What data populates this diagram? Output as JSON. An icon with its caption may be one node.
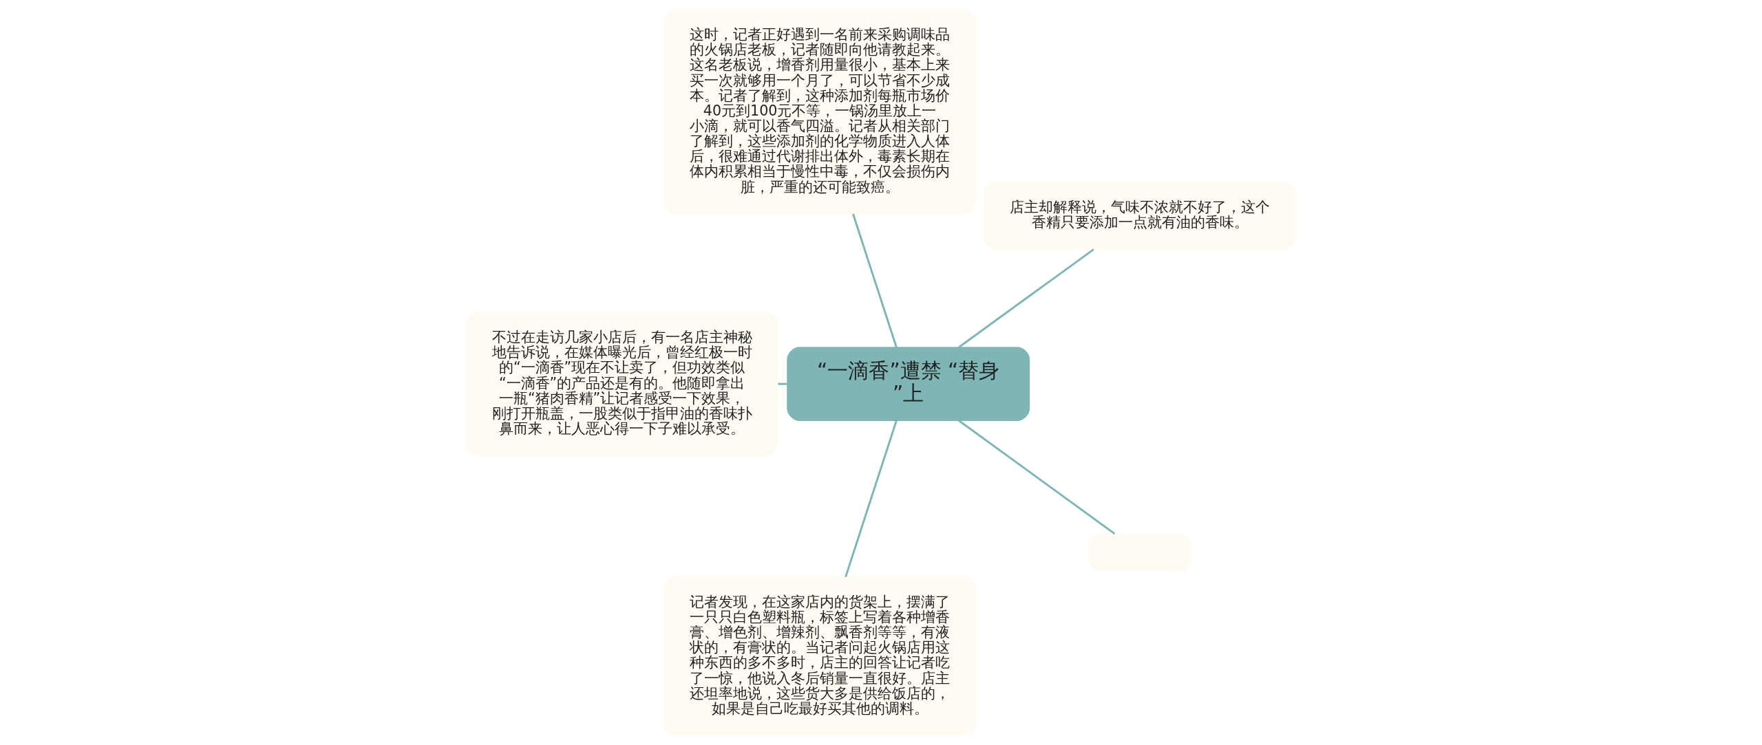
{
  "diagram": {
    "nodes": [
      {
        "text": [
          "“一滴香”遭禁 “替身”上"
        ]
      },
      {
        "text": [
          "店主却解释说，气味不浓就不好了，这个香精只要添加一点就有油的香味。"
        ]
      },
      {
        "text": [
          "这时，记者正好遇到一名前来采购调味品的火锅店老板，记者随即向他请教起来。这名老板说，增香剂用量很小，基本上来买一次就够用一个月了，可以节省不少成本。记者了解到，这种添加剂每瓶市场价40元到100元不等，一锅汤里放上一小滴，就可以香气四溢。记者从相关部门了解到，这些添加剂的化学物质进入人体后，很难通过代谢排出体外，毒素长期在体内积累相当于慢性中毒，不仅会损伤内脏，严重的还可能致癌。"
        ]
      },
      {
        "text": [
          "不过在走访几家小店后，有一名店主神秘地告诉说，在媒体曝光后，曾经红极一时的“一滴香”现在不让卖了，但功效类似“一滴香”的产品还是有的。他随即拿出一瓶“猪肉香精”让记者感受一下效果，刚打开瓶盖，一股类似于指甲油的香味扑鼻而来，让人恶心得一下子难以承受。"
        ]
      },
      {
        "text": [
          "记者发现，在这家店内的货架上，摆满了一只只白色塑料瓶，标签上写着各种增香膏、增色剂、增辣剂、飘香剂等等，有液状的，有膏状的。当记者问起火锅店用这种东西的多不多时，店主的回答让记者吃了一惊，他说入冬后销量一直很好。店主还坦率地说，这些货大多是供给饭店的，如果是自己吃最好买其他的调料。"
        ]
      },
      {
        "text": [],
        "shape": "box"
      }
    ],
    "edges": [
      {
        "from": 0,
        "to": 1,
        "arrow": "none"
      },
      {
        "from": 0,
        "to": 2,
        "arrow": "none"
      },
      {
        "from": 0,
        "to": 3,
        "arrow": "none"
      },
      {
        "from": 0,
        "to": 4,
        "arrow": "none"
      },
      {
        "from": 0,
        "to": 5,
        "arrow": "none"
      }
    ]
  }
}
